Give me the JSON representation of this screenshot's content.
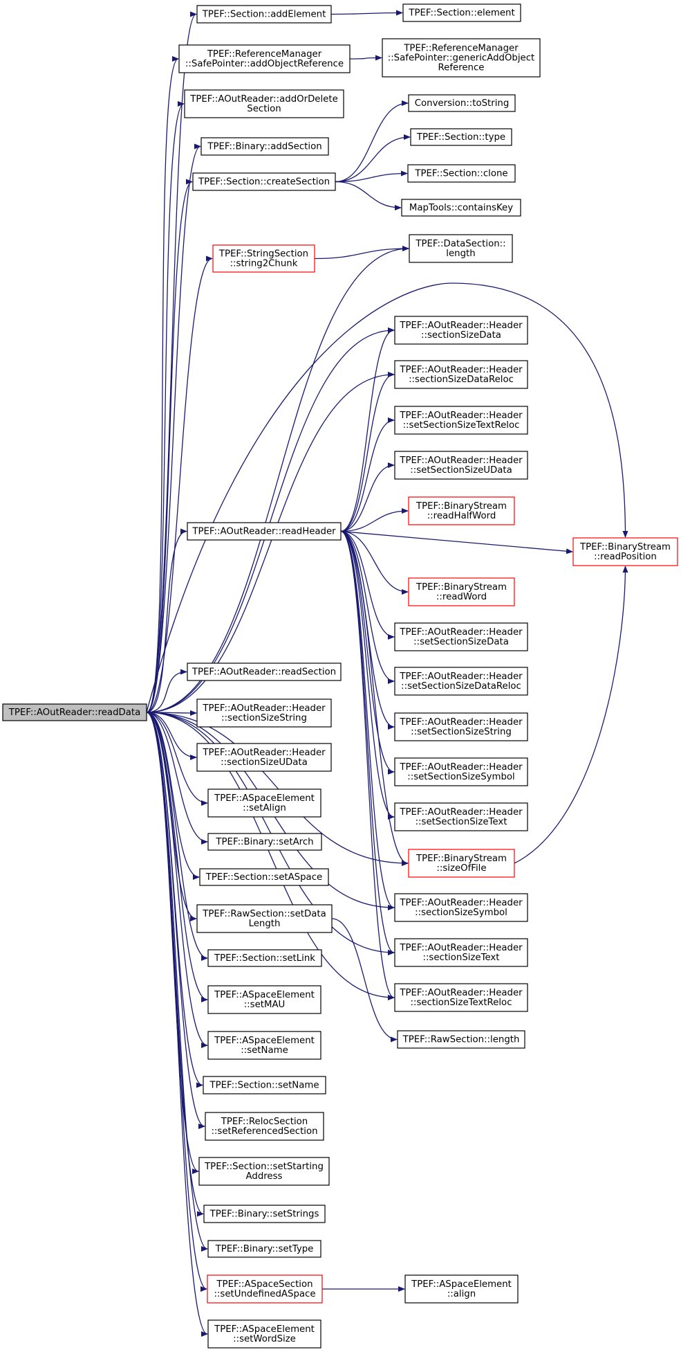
{
  "graph": {
    "edge_color": "#191970",
    "root_fill": "#bfbfbf",
    "highlight_border": "#ff0000",
    "nodes": [
      {
        "id": "readData",
        "lines": [
          "TPEF::AOutReader::readData"
        ],
        "style": "root"
      },
      {
        "id": "addElement",
        "lines": [
          "TPEF::Section::addElement"
        ]
      },
      {
        "id": "element",
        "lines": [
          "TPEF::Section::element"
        ]
      },
      {
        "id": "addObjRef",
        "lines": [
          "TPEF::ReferenceManager",
          "::SafePointer::addObjectReference"
        ]
      },
      {
        "id": "genericAdd",
        "lines": [
          "TPEF::ReferenceManager",
          "::SafePointer::genericAddObject",
          "Reference"
        ]
      },
      {
        "id": "addOrDelete",
        "lines": [
          "TPEF::AOutReader::addOrDelete",
          "Section"
        ]
      },
      {
        "id": "addSection",
        "lines": [
          "TPEF::Binary::addSection"
        ]
      },
      {
        "id": "createSection",
        "lines": [
          "TPEF::Section::createSection"
        ]
      },
      {
        "id": "toString",
        "lines": [
          "Conversion::toString"
        ]
      },
      {
        "id": "secType",
        "lines": [
          "TPEF::Section::type"
        ]
      },
      {
        "id": "secClone",
        "lines": [
          "TPEF::Section::clone"
        ]
      },
      {
        "id": "containsKey",
        "lines": [
          "MapTools::containsKey"
        ]
      },
      {
        "id": "string2Chunk",
        "lines": [
          "TPEF::StringSection",
          "::string2Chunk"
        ],
        "style": "red"
      },
      {
        "id": "dataLength",
        "lines": [
          "TPEF::DataSection::",
          "length"
        ]
      },
      {
        "id": "szData",
        "lines": [
          "TPEF::AOutReader::Header",
          "::sectionSizeData"
        ]
      },
      {
        "id": "szDataReloc",
        "lines": [
          "TPEF::AOutReader::Header",
          "::sectionSizeDataReloc"
        ]
      },
      {
        "id": "setSzTextReloc",
        "lines": [
          "TPEF::AOutReader::Header",
          "::setSectionSizeTextReloc"
        ]
      },
      {
        "id": "setSzUData",
        "lines": [
          "TPEF::AOutReader::Header",
          "::setSectionSizeUData"
        ]
      },
      {
        "id": "readHalfWord",
        "lines": [
          "TPEF::BinaryStream",
          "::readHalfWord"
        ],
        "style": "red"
      },
      {
        "id": "readHeader",
        "lines": [
          "TPEF::AOutReader::readHeader"
        ]
      },
      {
        "id": "readPosition",
        "lines": [
          "TPEF::BinaryStream",
          "::readPosition"
        ],
        "style": "red"
      },
      {
        "id": "readWord",
        "lines": [
          "TPEF::BinaryStream",
          "::readWord"
        ],
        "style": "red"
      },
      {
        "id": "setSzData",
        "lines": [
          "TPEF::AOutReader::Header",
          "::setSectionSizeData"
        ]
      },
      {
        "id": "readSection",
        "lines": [
          "TPEF::AOutReader::readSection"
        ]
      },
      {
        "id": "setSzDataReloc",
        "lines": [
          "TPEF::AOutReader::Header",
          "::setSectionSizeDataReloc"
        ]
      },
      {
        "id": "szString",
        "lines": [
          "TPEF::AOutReader::Header",
          "::sectionSizeString"
        ]
      },
      {
        "id": "setSzString",
        "lines": [
          "TPEF::AOutReader::Header",
          "::setSectionSizeString"
        ]
      },
      {
        "id": "szUData",
        "lines": [
          "TPEF::AOutReader::Header",
          "::sectionSizeUData"
        ]
      },
      {
        "id": "setSzSymbol",
        "lines": [
          "TPEF::AOutReader::Header",
          "::setSectionSizeSymbol"
        ]
      },
      {
        "id": "setAlign",
        "lines": [
          "TPEF::ASpaceElement",
          "::setAlign"
        ]
      },
      {
        "id": "setSzText",
        "lines": [
          "TPEF::AOutReader::Header",
          "::setSectionSizeText"
        ]
      },
      {
        "id": "setArch",
        "lines": [
          "TPEF::Binary::setArch"
        ]
      },
      {
        "id": "sizeOfFile",
        "lines": [
          "TPEF::BinaryStream",
          "::sizeOfFile"
        ],
        "style": "red"
      },
      {
        "id": "setASpace",
        "lines": [
          "TPEF::Section::setASpace"
        ]
      },
      {
        "id": "szSymbol",
        "lines": [
          "TPEF::AOutReader::Header",
          "::sectionSizeSymbol"
        ]
      },
      {
        "id": "setDataLength",
        "lines": [
          "TPEF::RawSection::setData",
          "Length"
        ]
      },
      {
        "id": "szText",
        "lines": [
          "TPEF::AOutReader::Header",
          "::sectionSizeText"
        ]
      },
      {
        "id": "setLink",
        "lines": [
          "TPEF::Section::setLink"
        ]
      },
      {
        "id": "szTextReloc",
        "lines": [
          "TPEF::AOutReader::Header",
          "::sectionSizeTextReloc"
        ]
      },
      {
        "id": "setMAU",
        "lines": [
          "TPEF::ASpaceElement",
          "::setMAU"
        ]
      },
      {
        "id": "rawLength",
        "lines": [
          "TPEF::RawSection::length"
        ]
      },
      {
        "id": "setNameAS",
        "lines": [
          "TPEF::ASpaceElement",
          "::setName"
        ]
      },
      {
        "id": "setNameSec",
        "lines": [
          "TPEF::Section::setName"
        ]
      },
      {
        "id": "setRefSection",
        "lines": [
          "TPEF::RelocSection",
          "::setReferencedSection"
        ]
      },
      {
        "id": "setStartAddr",
        "lines": [
          "TPEF::Section::setStarting",
          "Address"
        ]
      },
      {
        "id": "setStrings",
        "lines": [
          "TPEF::Binary::setStrings"
        ]
      },
      {
        "id": "setType",
        "lines": [
          "TPEF::Binary::setType"
        ]
      },
      {
        "id": "setUndefAS",
        "lines": [
          "TPEF::ASpaceSection",
          "::setUndefinedASpace"
        ],
        "style": "red"
      },
      {
        "id": "align",
        "lines": [
          "TPEF::ASpaceElement",
          "::align"
        ]
      },
      {
        "id": "setWordSize",
        "lines": [
          "TPEF::ASpaceElement",
          "::setWordSize"
        ]
      }
    ],
    "edges": [
      [
        "readData",
        "addElement"
      ],
      [
        "addElement",
        "element"
      ],
      [
        "readData",
        "addObjRef"
      ],
      [
        "addObjRef",
        "genericAdd"
      ],
      [
        "readData",
        "addOrDelete"
      ],
      [
        "readData",
        "addSection"
      ],
      [
        "readData",
        "createSection"
      ],
      [
        "createSection",
        "toString"
      ],
      [
        "createSection",
        "secType"
      ],
      [
        "createSection",
        "secClone"
      ],
      [
        "createSection",
        "containsKey"
      ],
      [
        "readData",
        "dataLength"
      ],
      [
        "readData",
        "string2Chunk"
      ],
      [
        "string2Chunk",
        "dataLength"
      ],
      [
        "readData",
        "readPosition"
      ],
      [
        "readData",
        "szData"
      ],
      [
        "readData",
        "szDataReloc"
      ],
      [
        "readData",
        "readHeader"
      ],
      [
        "readHeader",
        "szData"
      ],
      [
        "readHeader",
        "szDataReloc"
      ],
      [
        "readHeader",
        "setSzTextReloc"
      ],
      [
        "readHeader",
        "setSzUData"
      ],
      [
        "readHeader",
        "readHalfWord"
      ],
      [
        "readHeader",
        "readPosition"
      ],
      [
        "readHeader",
        "readWord"
      ],
      [
        "readHeader",
        "setSzData"
      ],
      [
        "readHeader",
        "setSzDataReloc"
      ],
      [
        "readHeader",
        "setSzString"
      ],
      [
        "readHeader",
        "setSzSymbol"
      ],
      [
        "readHeader",
        "setSzText"
      ],
      [
        "readHeader",
        "sizeOfFile"
      ],
      [
        "readHeader",
        "szSymbol"
      ],
      [
        "readHeader",
        "szText"
      ],
      [
        "readHeader",
        "szTextReloc"
      ],
      [
        "readData",
        "sizeOfFile"
      ],
      [
        "readData",
        "szSymbol"
      ],
      [
        "readData",
        "szText"
      ],
      [
        "readData",
        "szTextReloc"
      ],
      [
        "sizeOfFile",
        "readPosition"
      ],
      [
        "readData",
        "readSection"
      ],
      [
        "readData",
        "szString"
      ],
      [
        "readData",
        "szUData"
      ],
      [
        "readData",
        "setAlign"
      ],
      [
        "readData",
        "setArch"
      ],
      [
        "readData",
        "setASpace"
      ],
      [
        "readData",
        "setDataLength"
      ],
      [
        "setDataLength",
        "rawLength"
      ],
      [
        "readData",
        "setLink"
      ],
      [
        "readData",
        "setMAU"
      ],
      [
        "readData",
        "setNameAS"
      ],
      [
        "readData",
        "setNameSec"
      ],
      [
        "readData",
        "setRefSection"
      ],
      [
        "readData",
        "setStartAddr"
      ],
      [
        "readData",
        "setStrings"
      ],
      [
        "readData",
        "setType"
      ],
      [
        "readData",
        "setUndefAS"
      ],
      [
        "setUndefAS",
        "align"
      ],
      [
        "readData",
        "setWordSize"
      ]
    ]
  }
}
